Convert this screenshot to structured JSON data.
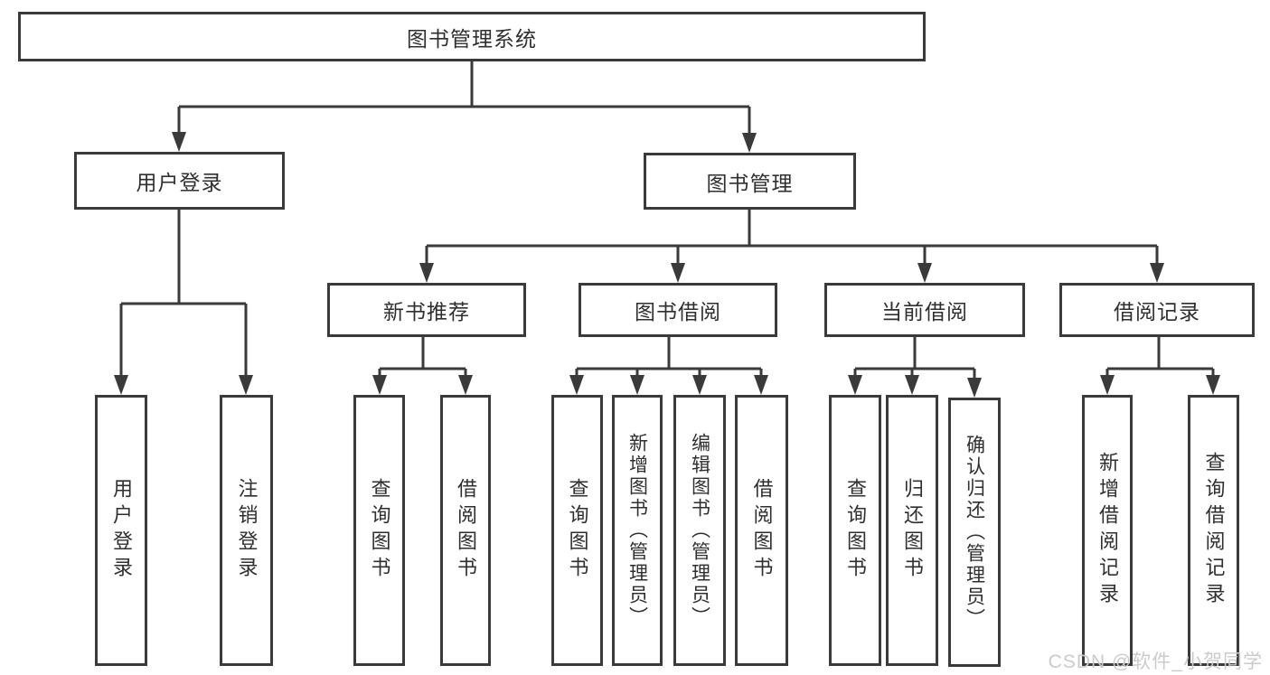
{
  "diagram": {
    "nodes": {
      "root": "图书管理系统",
      "user_login": "用户登录",
      "book_mgmt": "图书管理",
      "new_book_rec": "新书推荐",
      "book_borrow": "图书借阅",
      "current_borrow": "当前借阅",
      "borrow_record": "借阅记录"
    },
    "leaves": {
      "user_login": [
        "用户登录",
        "注销登录"
      ],
      "new_book_rec": [
        "查询图书",
        "借阅图书"
      ],
      "book_borrow": [
        "查询图书",
        "新增图书（管理员）",
        "编辑图书（管理员）",
        "借阅图书"
      ],
      "current_borrow": [
        "查询图书",
        "归还图书",
        "确认归还（管理员）"
      ],
      "borrow_record": [
        "新增借阅记录",
        "查询借阅记录"
      ]
    }
  },
  "watermark": "CSDN @软件_小贺同学",
  "colors": {
    "line": "#3a3a3a",
    "text": "#2f2f2f",
    "watermark": "#cbcbcb",
    "background": "#ffffff"
  }
}
